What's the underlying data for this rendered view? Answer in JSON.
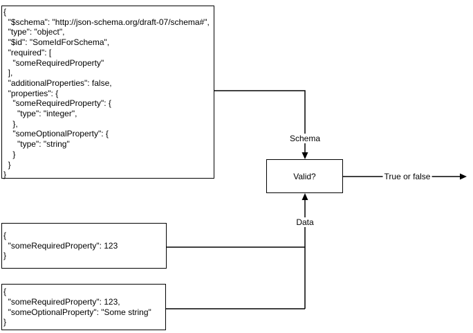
{
  "colors": {
    "stroke": "#000000",
    "fill": "#ffffff",
    "text": "#000000"
  },
  "schema_box": {
    "lines": [
      "{",
      "  \"$schema\": \"http://json-schema.org/draft-07/schema#\",",
      "  \"type\": \"object\",",
      "  \"$id\": \"SomeIdForSchema\",",
      "  \"required\": [",
      "    \"someRequiredProperty\"",
      "  ],",
      "  \"additionalProperties\": false,",
      "  \"properties\": {",
      "    \"someRequiredProperty\": {",
      "      \"type\": \"integer\",",
      "    },",
      "    \"someOptionalProperty\": {",
      "      \"type\": \"string\"",
      "    }",
      "  }",
      "}"
    ]
  },
  "data_box_1": {
    "lines": [
      "{",
      "  \"someRequiredProperty\": 123",
      "}"
    ]
  },
  "data_box_2": {
    "lines": [
      "{",
      "  \"someRequiredProperty\": 123,",
      "  \"someOptionalProperty\": \"Some string\"",
      "}"
    ]
  },
  "valid_box": {
    "label": "Valid?"
  },
  "edge_labels": {
    "schema": "Schema",
    "data": "Data",
    "output": "True or false"
  }
}
